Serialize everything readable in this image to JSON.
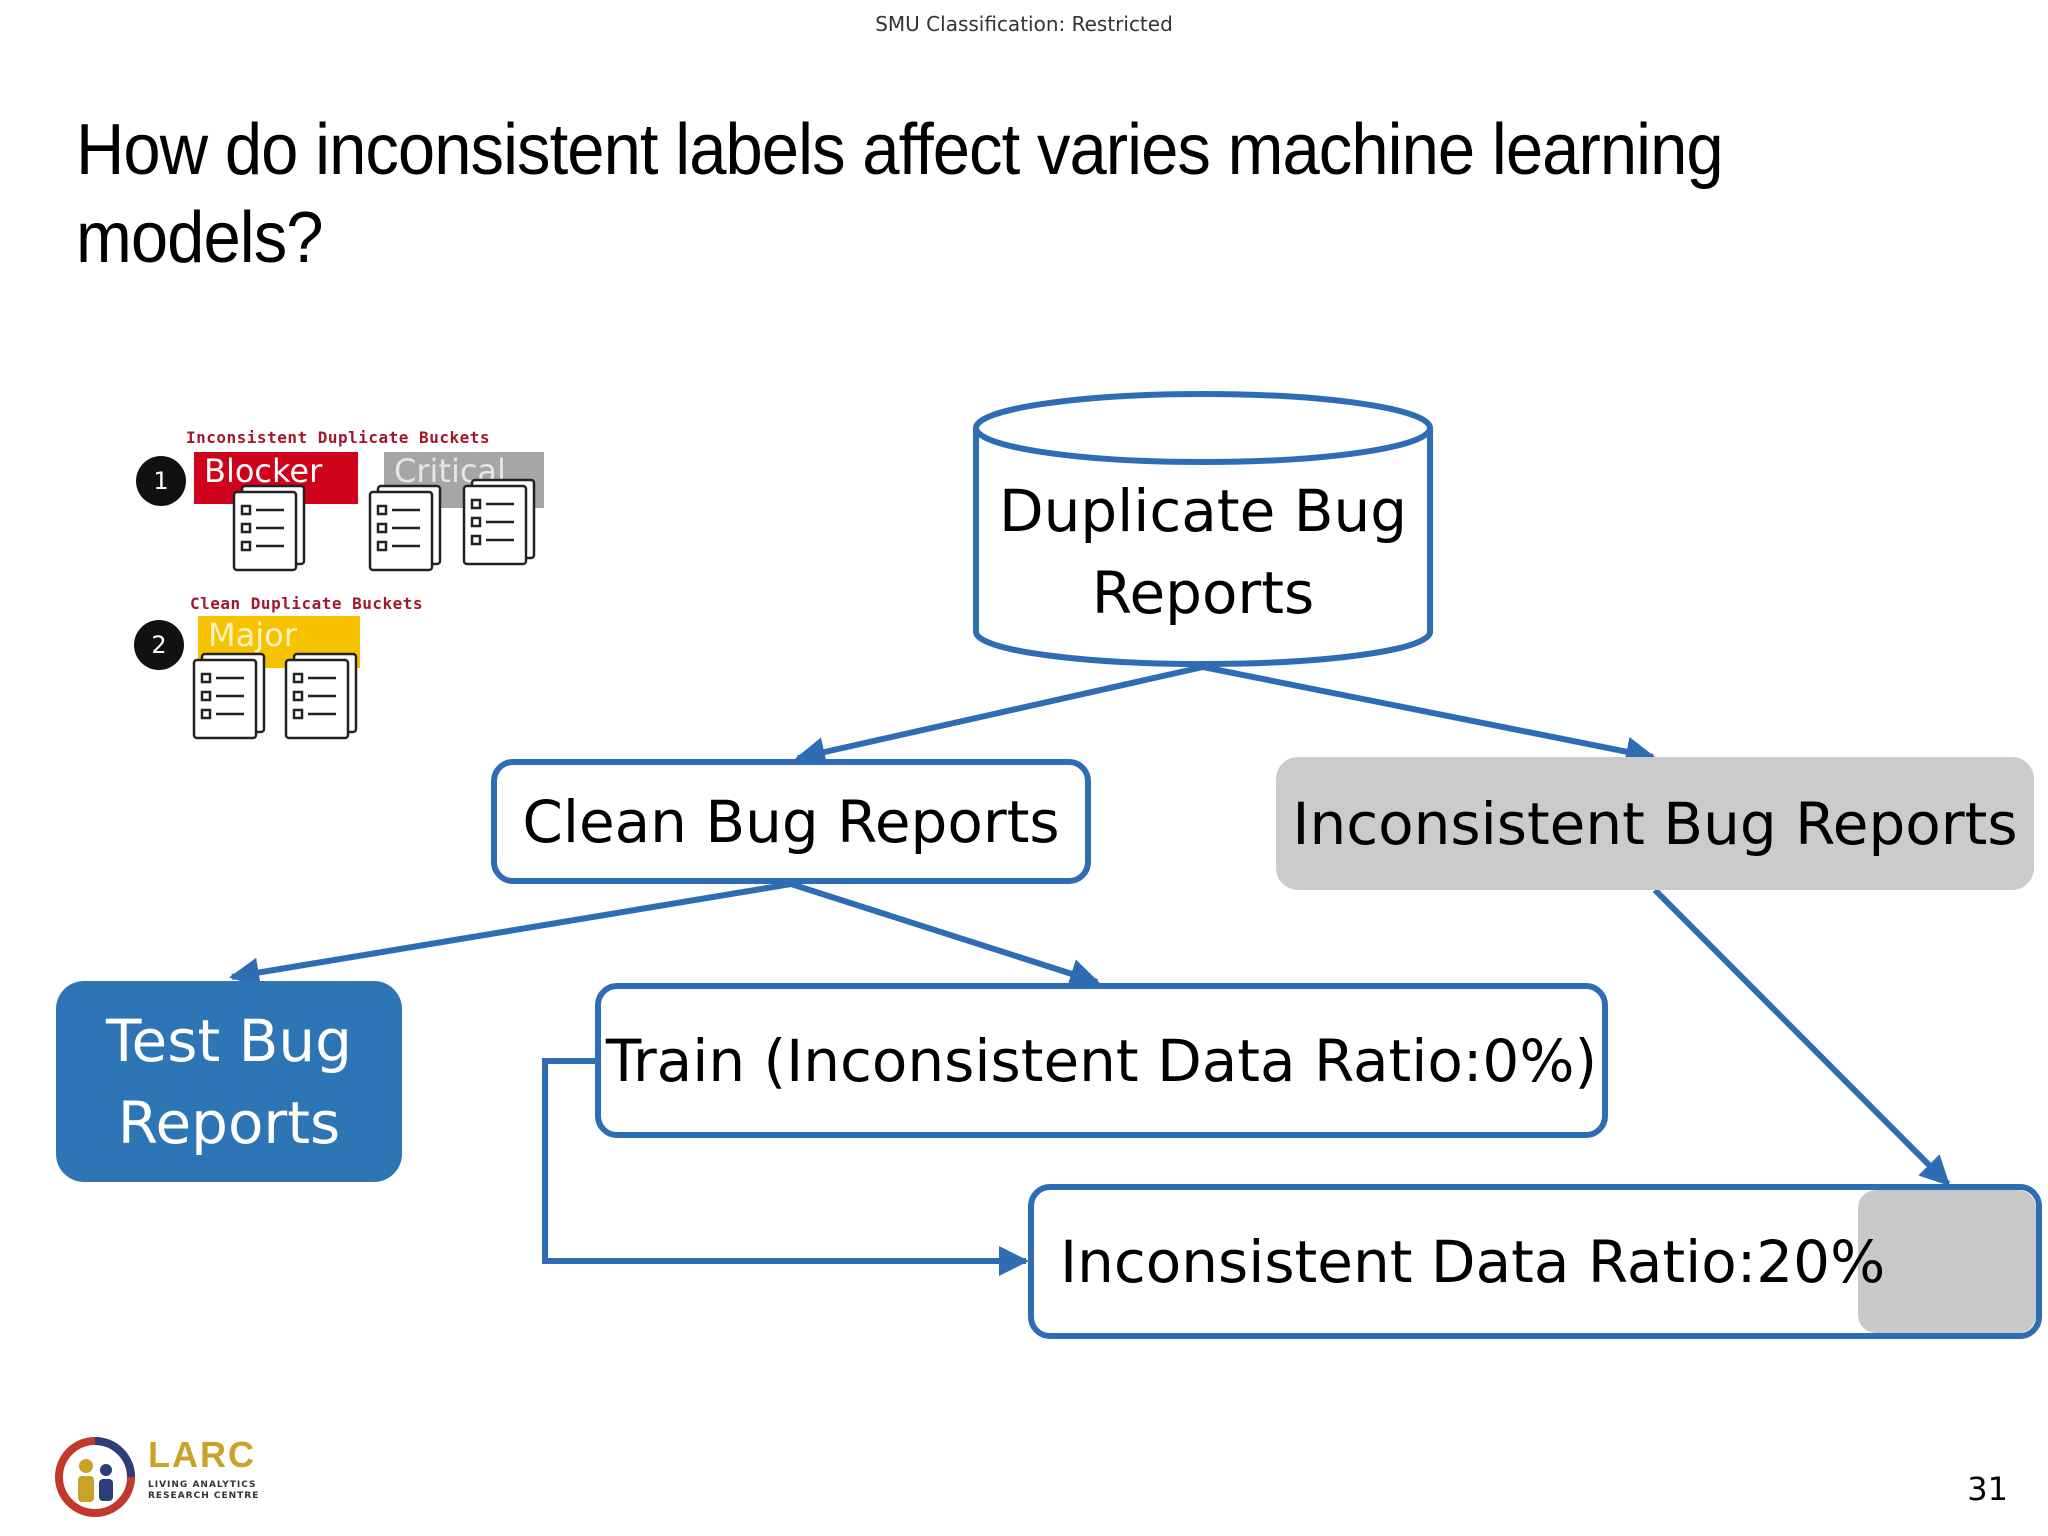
{
  "header": {
    "classification": "SMU Classification: Restricted"
  },
  "title": "How do inconsistent labels affect varies machine learning models?",
  "diagram": {
    "database_label": "Duplicate Bug Reports",
    "clean_label": "Clean Bug Reports",
    "inconsistent_label": "Inconsistent Bug Reports",
    "test_label": "Test Bug Reports",
    "train_label": "Train (Inconsistent Data Ratio:0%)",
    "ratio20_label": "Inconsistent Data Ratio:20%"
  },
  "illustration": {
    "inconsistent_title": "Inconsistent Duplicate Buckets",
    "clean_title": "Clean Duplicate Buckets",
    "step1": "1",
    "step2": "2",
    "tag_blocker": "Blocker",
    "tag_critical": "Critical",
    "tag_major": "Major",
    "colors": {
      "blocker": "#d0021b",
      "critical": "#a6a6a6",
      "major": "#f7c200"
    }
  },
  "logo": {
    "name": "LARC",
    "subtitle": "LIVING ANALYTICS RESEARCH CENTRE"
  },
  "page_number": "31",
  "colors": {
    "accent": "#2e6db4",
    "test_fill": "#2e75b6",
    "inconsistent_fill": "#cbcbcb"
  }
}
